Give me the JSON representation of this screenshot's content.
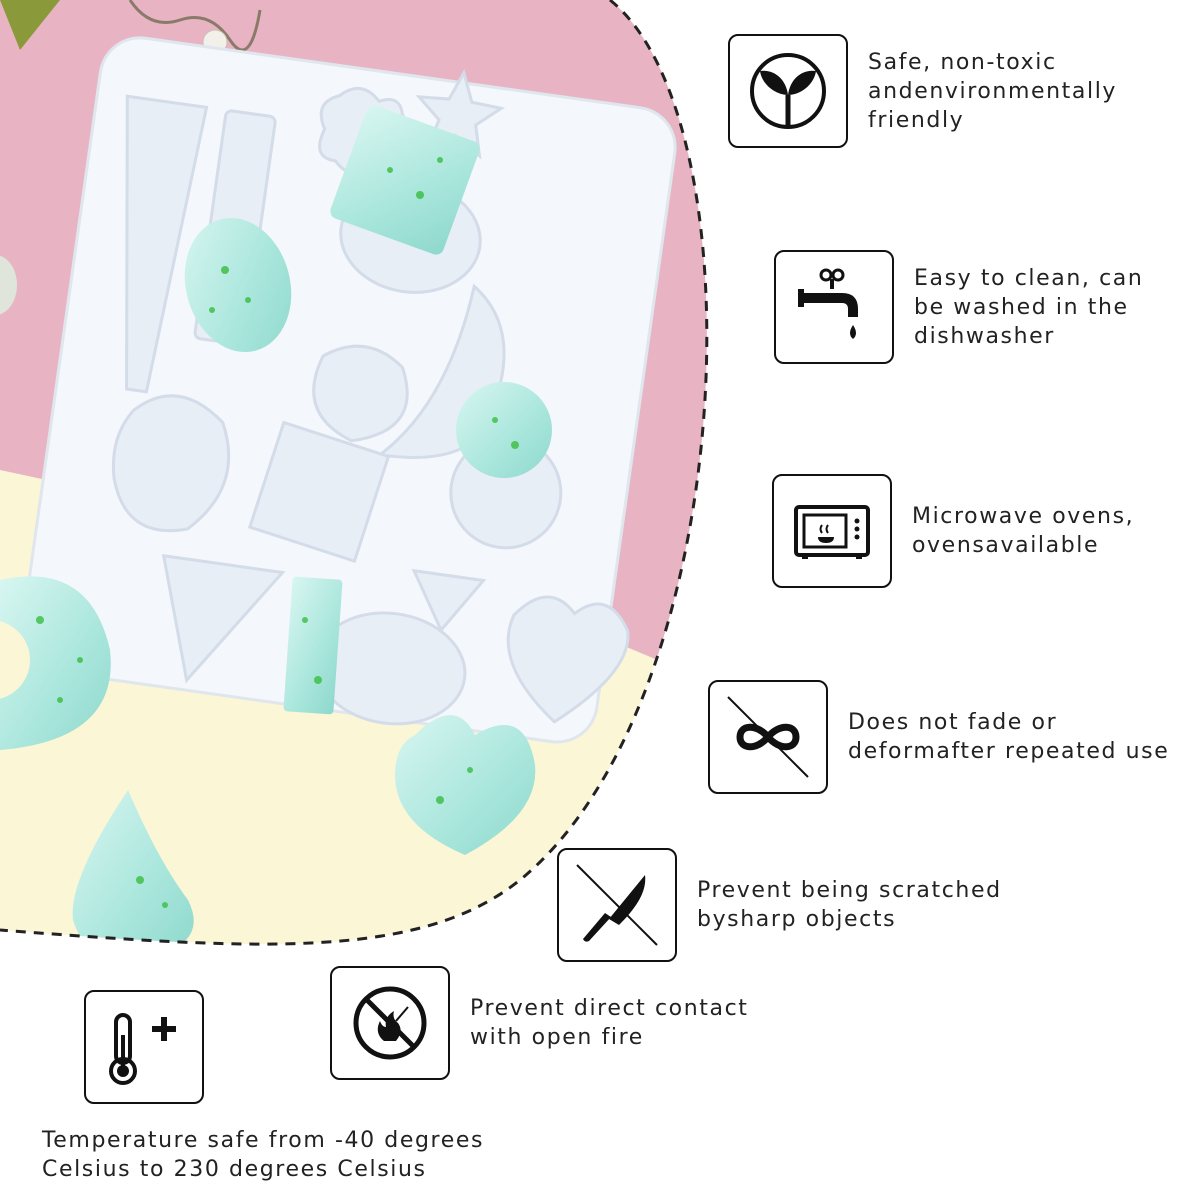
{
  "colors": {
    "pink_background": "#e8b4c4",
    "cream_background": "#fbf6d6",
    "mold_silicone": "#f4f7fb",
    "resin_teal": "#bfeee6",
    "glitter_green": "#3fbf4a",
    "dashed_arc": "#222222"
  },
  "features": {
    "eco": {
      "icon": "leaf-sprout-icon",
      "text": "Safe, non-toxic\nandenvironmentally\nfriendly"
    },
    "clean": {
      "icon": "faucet-icon",
      "text": "Easy to clean, can\nbe washed in the\ndishwasher"
    },
    "microwave": {
      "icon": "microwave-icon",
      "text": "Microwave ovens,\novensavailable"
    },
    "fade": {
      "icon": "infinity-crossed-icon",
      "text": "Does not fade or\ndeformafter repeated use"
    },
    "scratch": {
      "icon": "knife-crossed-icon",
      "text": "Prevent being scratched\nbysharp objects"
    },
    "fire": {
      "icon": "no-fire-icon",
      "text": "Prevent direct contact\nwith open fire"
    },
    "temperature": {
      "icon": "thermometer-plus-icon",
      "text": "Temperature safe from -40 degrees\nCelsius to 230 degrees Celsius"
    }
  }
}
